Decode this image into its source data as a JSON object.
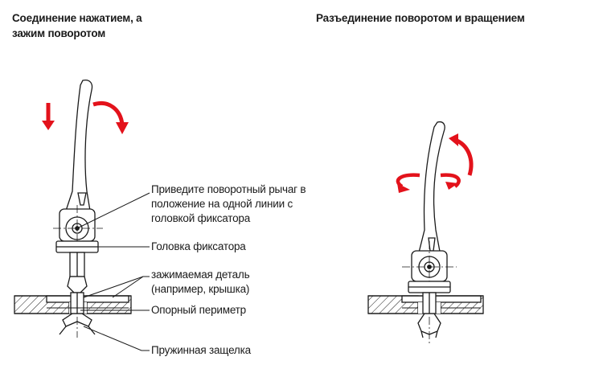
{
  "headings": {
    "left_line1": "Соединение нажатием, а",
    "left_line2": "зажим поворотом",
    "right": "Разъединение поворотом и вращением"
  },
  "callouts": [
    {
      "lines": [
        "Приведите поворотный рычаг в",
        "положение на одной линии с",
        "головкой фиксатора"
      ]
    },
    {
      "lines": [
        "Головка фиксатора"
      ]
    },
    {
      "lines": [
        "зажимаемая деталь",
        "(например, крышка)"
      ]
    },
    {
      "lines": [
        "Опорный периметр"
      ]
    },
    {
      "lines": [
        "Пружинная защелка"
      ]
    }
  ],
  "colors": {
    "arrow": "#e3121b",
    "line": "#1a1a1a",
    "background": "#ffffff"
  },
  "icons": {
    "push": "arrow-down-icon",
    "rotate_clamp": "curved-arrow-clockwise-icon",
    "rotate_release": "curved-arrow-counterclockwise-icon",
    "spin": "circular-rotation-arrows-icon"
  }
}
